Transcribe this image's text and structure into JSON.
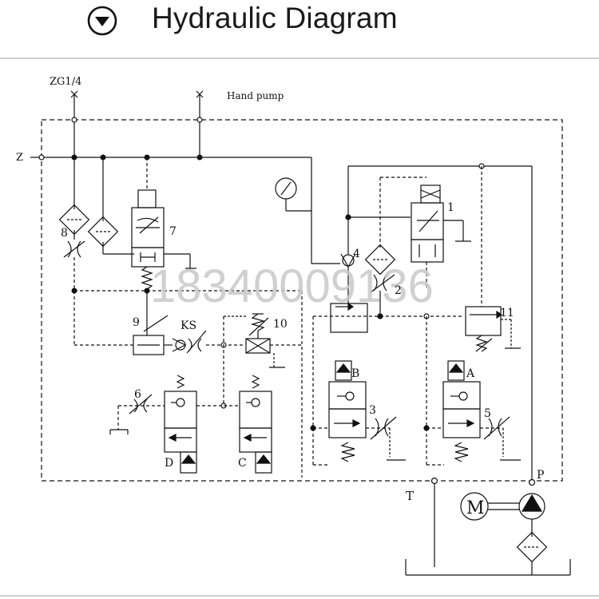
{
  "header": {
    "title": "Hydraulic Diagram",
    "toggle_icon": "chevron-down-circle-icon"
  },
  "diagram": {
    "labels": {
      "zg": "ZG1/4",
      "hand_pump": "Hand  pump",
      "z": "Z",
      "t": "T",
      "p": "P",
      "m": "M",
      "n1": "1",
      "n2": "2",
      "n3": "3",
      "n4": "4",
      "n5": "5",
      "n6": "6",
      "n7": "7",
      "n8": "8",
      "n9": "9",
      "n10": "10",
      "n11": "11",
      "ks": "KS",
      "a": "A",
      "b": "B",
      "c": "C",
      "d": "D"
    },
    "watermark": "18340009136"
  }
}
